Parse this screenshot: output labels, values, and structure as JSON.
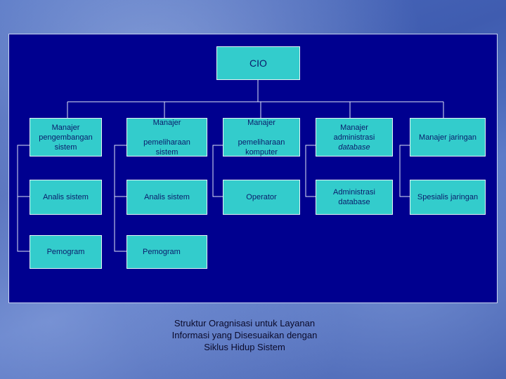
{
  "chart_data": {
    "type": "org-chart",
    "root": "CIO",
    "columns": [
      [
        "Manajer pengembangan sistem",
        "Analis sistem",
        "Pemogram"
      ],
      [
        "Manajer pemeliharaan sistem",
        "Analis sistem",
        "Pemogram"
      ],
      [
        "Manajer pemeliharaan komputer",
        "Operator"
      ],
      [
        "Manajer administrasi database",
        "Administrasi database"
      ],
      [
        "Manajer jaringan",
        "Spesialis jaringan"
      ]
    ]
  },
  "nodes": {
    "cio": "CIO",
    "c1_head": "Manajer\npengembangan\nsistem",
    "c2_head": "Manajer\n\npemeliharaan\nsistem",
    "c3_head": "Manajer\n\npemeliharaan\nkomputer",
    "c4_head_a": "Manajer\nadministrasi",
    "c4_head_b": "database",
    "c5_head": "Manajer jaringan",
    "c1_r2": "Analis sistem",
    "c2_r2": "Analis sistem",
    "c3_r2": "Operator",
    "c4_r2": "Administrasi\ndatabase",
    "c5_r2": "Spesialis jaringan",
    "c1_r3": "Pemogram",
    "c2_r3": "Pemogram"
  },
  "caption": "Struktur Oragnisasi untuk Layanan\nInformasi yang Disesuaikan dengan\nSiklus Hidup Sistem",
  "colors": {
    "panel": "#00008f",
    "box": "#33cccc",
    "connector": "#dfe6f5"
  }
}
